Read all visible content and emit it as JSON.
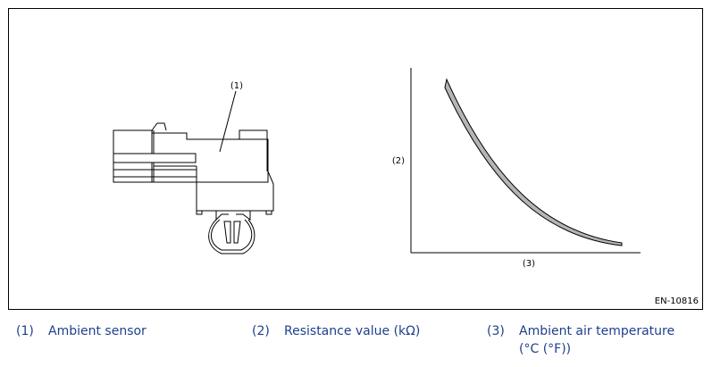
{
  "figure": {
    "code": "EN-10816",
    "callout_1": "(1)",
    "callout_2": "(2)",
    "callout_3": "(3)"
  },
  "legend": [
    {
      "number": "(1)",
      "text": "Ambient sensor"
    },
    {
      "number": "(2)",
      "text": "Resistance value (kΩ)"
    },
    {
      "number": "(3)",
      "text": "Ambient air temperature (°C (°F))"
    }
  ],
  "colors": {
    "legend_text": "#1f3f8c",
    "curve_band": "#b5b5b5"
  }
}
